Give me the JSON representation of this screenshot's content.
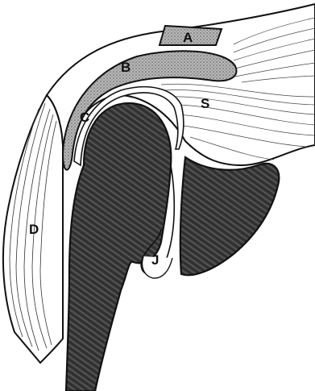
{
  "diagram": {
    "labels": {
      "A": "A",
      "B": "B",
      "C": "C",
      "S": "S",
      "D": "D",
      "J": "J"
    },
    "colors": {
      "ink": "#111111",
      "bone_fill": "#3d3d3d",
      "stipple": "#8c8c8c",
      "paper": "#ffffff"
    }
  }
}
